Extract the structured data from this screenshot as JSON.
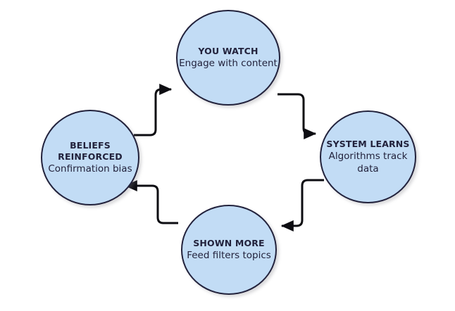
{
  "diagram": {
    "type": "cycle-flowchart",
    "direction": "clockwise",
    "node_fill": "#c2dcf5",
    "node_stroke": "#22223c",
    "text_color": "#22223c",
    "background": "#ffffff",
    "nodes": [
      {
        "id": "you-watch",
        "title": "YOU WATCH",
        "desc": "Engage with content",
        "position": "top"
      },
      {
        "id": "system-learns",
        "title": "SYSTEM LEARNS",
        "desc": "Algorithms track data",
        "position": "right"
      },
      {
        "id": "shown-more",
        "title": "SHOWN MORE",
        "desc": "Feed filters topics",
        "position": "bottom"
      },
      {
        "id": "beliefs-reinforced",
        "title": "BELIEFS REINFORCED",
        "desc": "Confirmation bias",
        "position": "left"
      }
    ],
    "edges": [
      {
        "id": "edge-beliefs-to-you-watch",
        "from": "beliefs-reinforced",
        "to": "you-watch",
        "style": "orthogonal-rounded",
        "arrow": "end"
      },
      {
        "id": "edge-you-watch-to-system",
        "from": "you-watch",
        "to": "system-learns",
        "style": "orthogonal-rounded",
        "arrow": "end"
      },
      {
        "id": "edge-system-to-shown-more",
        "from": "system-learns",
        "to": "shown-more",
        "style": "orthogonal-rounded",
        "arrow": "end"
      },
      {
        "id": "edge-shown-more-to-beliefs",
        "from": "shown-more",
        "to": "beliefs-reinforced",
        "style": "orthogonal-rounded",
        "arrow": "end"
      }
    ]
  }
}
